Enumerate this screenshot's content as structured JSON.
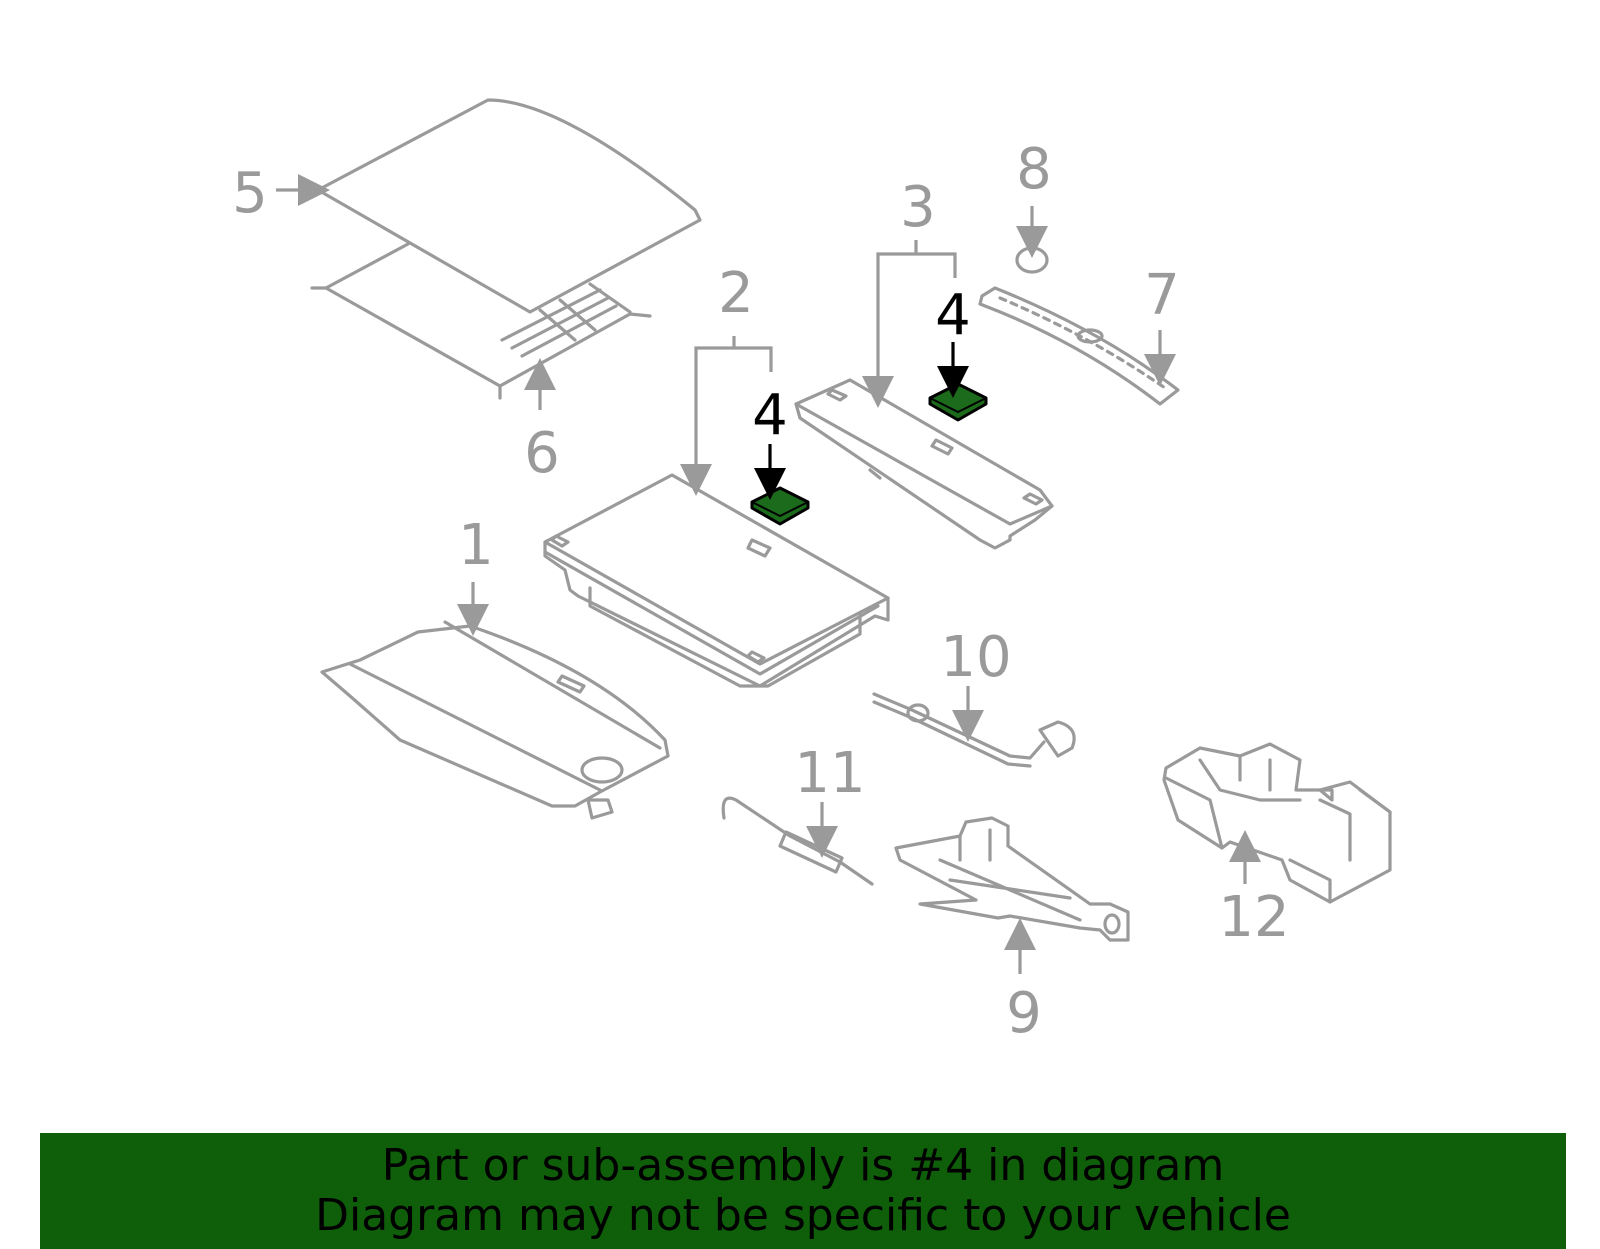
{
  "diagram": {
    "callouts": {
      "c1": "1",
      "c2": "2",
      "c3": "3",
      "c4a": "4",
      "c4b": "4",
      "c5": "5",
      "c6": "6",
      "c7": "7",
      "c8": "8",
      "c9": "9",
      "c10": "10",
      "c11": "11",
      "c12": "12"
    },
    "highlight_color": "#1c6b1c",
    "line_color": "#9a9a9a"
  },
  "banner": {
    "line1": "Part or sub-assembly is #4 in diagram",
    "line2": "Diagram may not be specific to your vehicle",
    "background": "#0f5e0a"
  }
}
